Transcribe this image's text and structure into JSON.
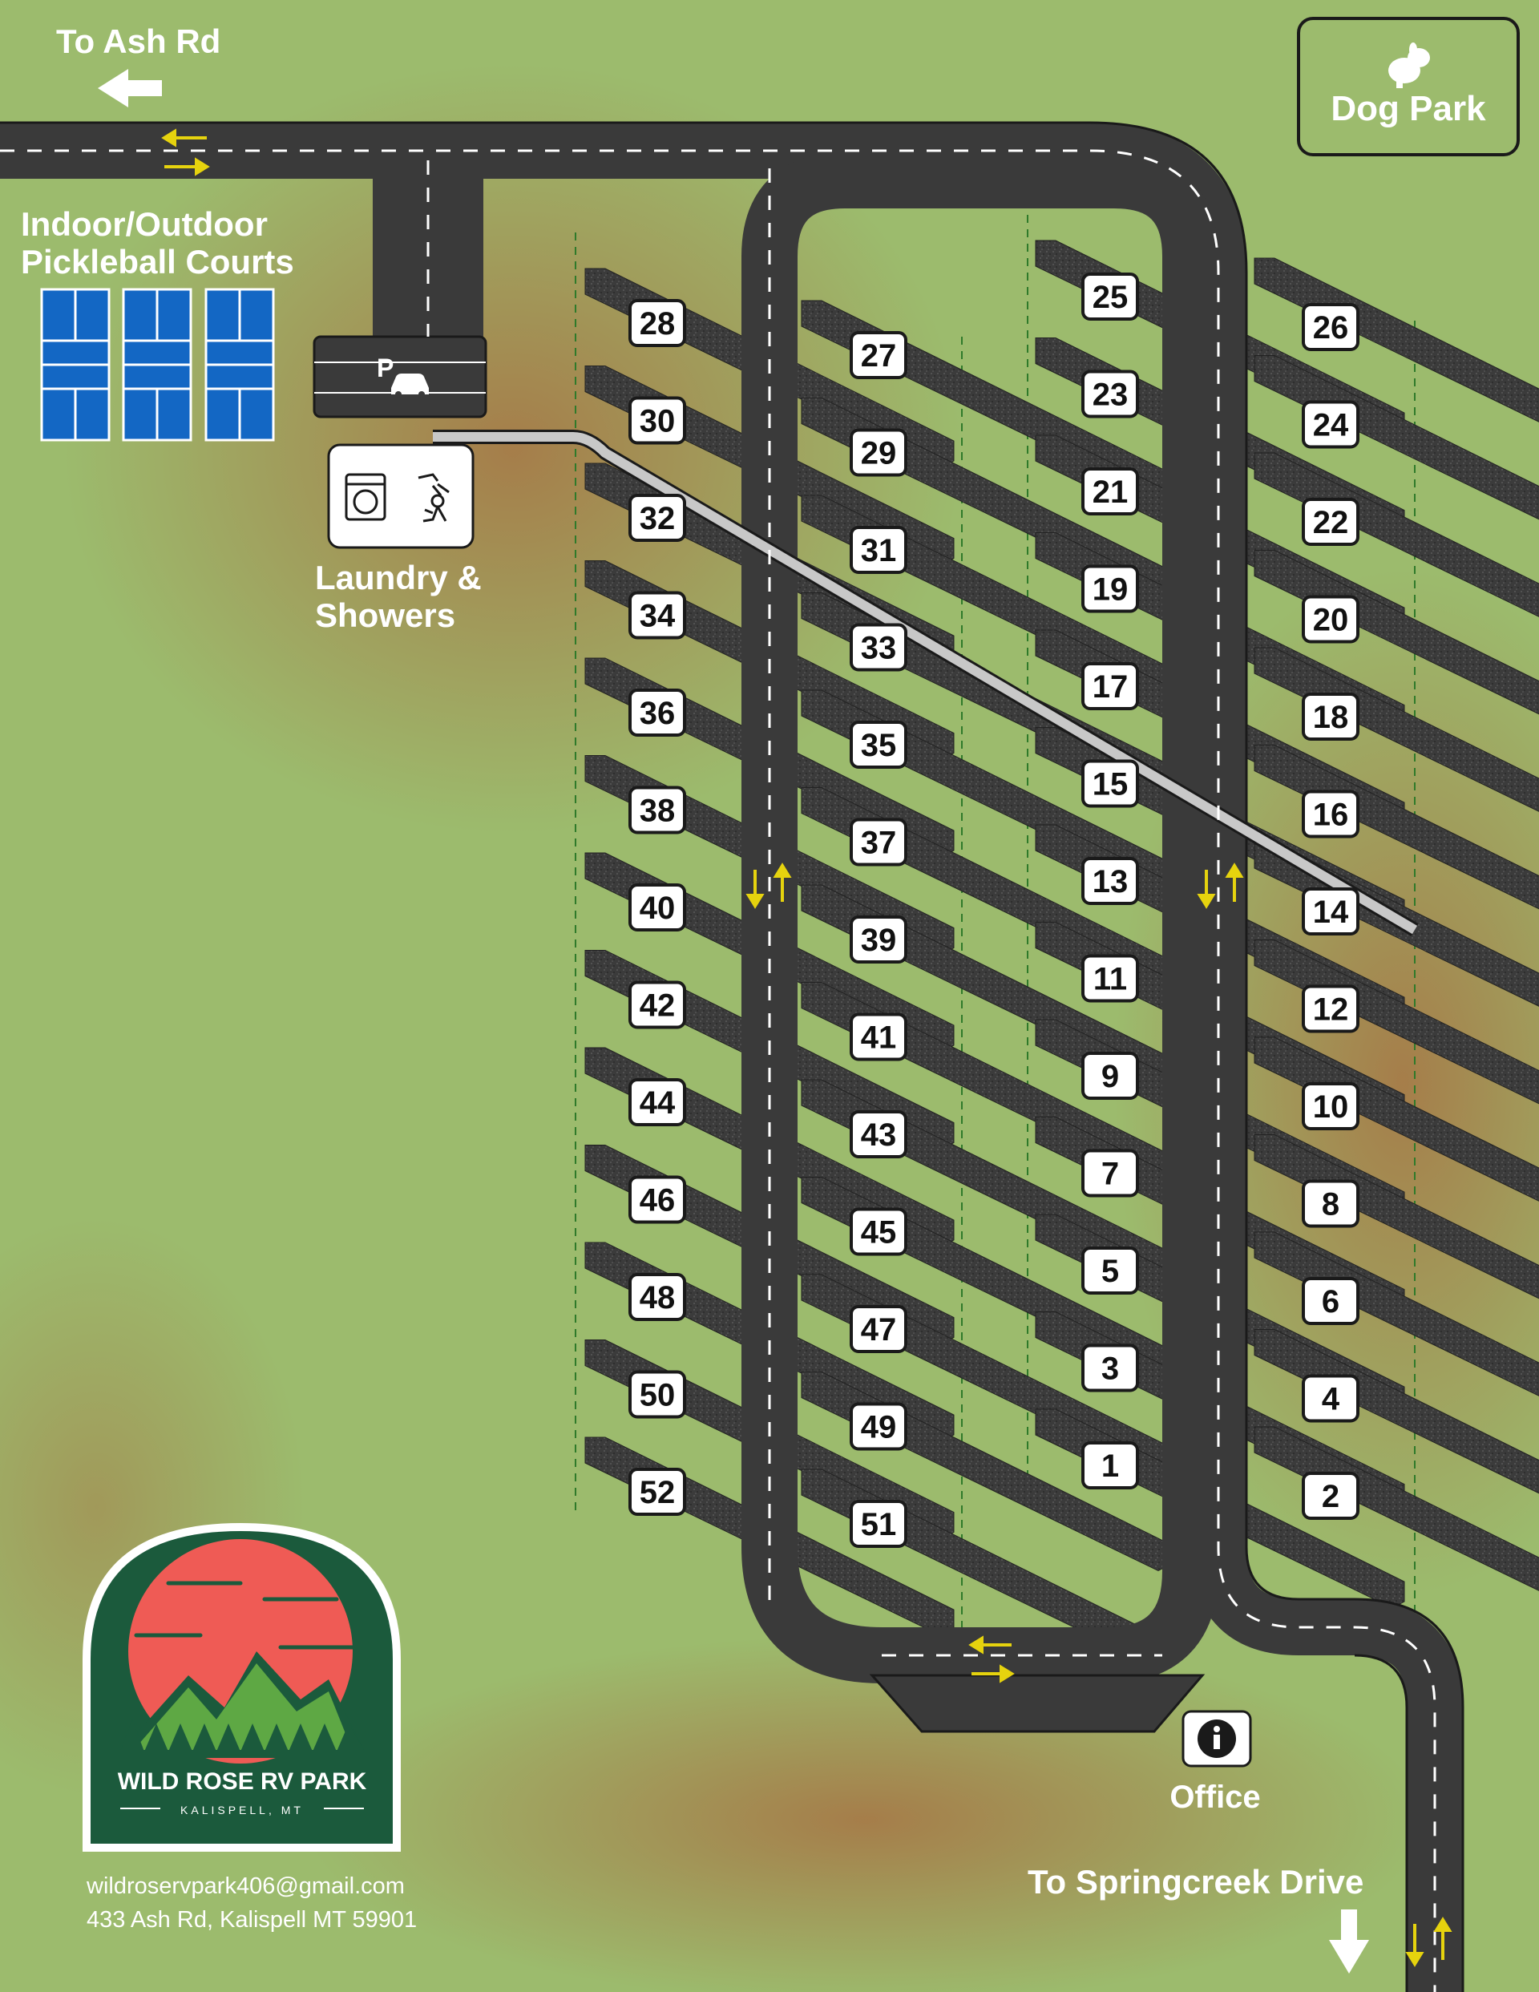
{
  "map": {
    "to_ash_rd": "To Ash Rd",
    "dog_park": "Dog Park",
    "pickleball": [
      "Indoor/Outdoor",
      "Pickleball Courts"
    ],
    "laundry": [
      "Laundry &",
      "Showers"
    ],
    "parking_letter": "P",
    "office": "Office",
    "to_springcreek": "To Springcreek Drive"
  },
  "logo": {
    "name": "WILD ROSE RV PARK",
    "location": "KALISPELL, MT"
  },
  "contact": {
    "email": "wildroservpark406@gmail.com",
    "address": "433 Ash Rd, Kalispell MT 59901"
  },
  "sites": {
    "col_a": [
      "28",
      "30",
      "32",
      "34",
      "36",
      "38",
      "40",
      "42",
      "44",
      "46",
      "48",
      "50",
      "52"
    ],
    "col_b": [
      "27",
      "29",
      "31",
      "33",
      "35",
      "37",
      "39",
      "41",
      "43",
      "45",
      "47",
      "49",
      "51"
    ],
    "col_c": [
      "25",
      "23",
      "21",
      "19",
      "17",
      "15",
      "13",
      "11",
      "9",
      "7",
      "5",
      "3",
      "1"
    ],
    "col_d": [
      "26",
      "24",
      "22",
      "20",
      "18",
      "16",
      "14",
      "12",
      "10",
      "8",
      "6",
      "4",
      "2"
    ]
  },
  "colors": {
    "grass": "#9cbb6d",
    "dirt": "#a27a4a",
    "road": "#3a3a3a",
    "lane_marking": "#ffffff",
    "arrow_yellow": "#e6d30e",
    "court_blue": "#1367c4",
    "logo_green": "#1b5a3c",
    "logo_sun": "#ef5b55",
    "walkway": "#c8c8c8"
  },
  "icons": [
    "arrow-left-icon",
    "dog-icon",
    "car-icon",
    "washer-icon",
    "shower-icon",
    "info-icon",
    "arrow-down-icon",
    "traffic-arrow-icon"
  ]
}
